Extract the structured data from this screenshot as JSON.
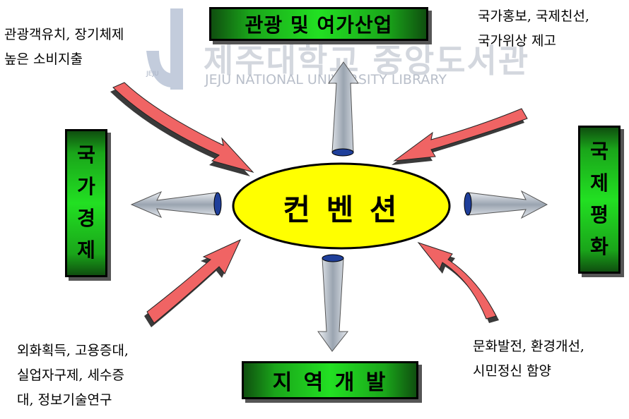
{
  "watermark": {
    "korean": "제주대학교 중앙도서관",
    "english": "JEJU NATIONAL UNIVERSITY LIBRARY",
    "logo_text": "JEJU"
  },
  "center": {
    "label": "컨 벤 션"
  },
  "boxes": {
    "top": "관광 및 여가산업",
    "bottom": "지 역 개 발",
    "left": [
      "국",
      "가",
      "경",
      "제"
    ],
    "right": [
      "국",
      "제",
      "평",
      "화"
    ]
  },
  "notes": {
    "top_left": "관광객유치, 장기체제\n높은 소비지출",
    "top_right": "국가홍보, 국제친선,\n국가위상 제고",
    "bottom_left": "외화획득, 고용증대,\n실업자구제, 세수증\n대, 정보기술연구",
    "bottom_right": "문화발전, 환경개선,\n시민정신 함양"
  },
  "colors": {
    "ellipse_fill": "#ffff00",
    "box_green": "#22e022",
    "red_arrow": "#f06464",
    "silver_arrow": "#c8ced6"
  }
}
